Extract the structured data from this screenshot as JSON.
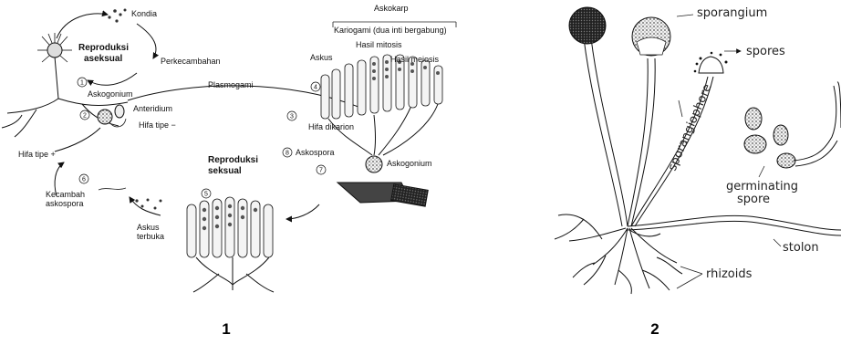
{
  "diagram1": {
    "number": "1",
    "labels": {
      "kondia": "Kondia",
      "reproduksi_aseksual": "Reproduksi\naseksual",
      "perkecambahan": "Perkecambahan",
      "askogonium_left": "Askogonium",
      "anteridium": "Anteridium",
      "hifa_minus": "Hifa tipe −",
      "hifa_plus": "Hifa tipe +",
      "kecambah_askospora": "Kecambah\naskospora",
      "askus_terbuka": "Askus\nterbuka",
      "reproduksi_seksual": "Reproduksi\nseksual",
      "plasmogami": "Plasmogami",
      "askokarp": "Askokarp",
      "kariogami": "Kariogami (dua inti bergabung)",
      "hasil_mitosis": "Hasil mitosis",
      "hasil_meiosis": "Hasil meiosis",
      "askus": "Askus",
      "hifa_dikarion": "Hifa dikarion",
      "askospora": "Askospora",
      "askogonium_right": "Askogonium"
    },
    "steps": [
      "1",
      "2",
      "3",
      "4",
      "5",
      "6",
      "7",
      "8"
    ]
  },
  "diagram2": {
    "number": "2",
    "labels": {
      "sporangium": "sporangium",
      "spores": "spores",
      "sporangiophore": "sporangiophore",
      "germinating_spore": "germinating\nspore",
      "stolon": "stolon",
      "rhizoids": "rhizoids"
    }
  }
}
